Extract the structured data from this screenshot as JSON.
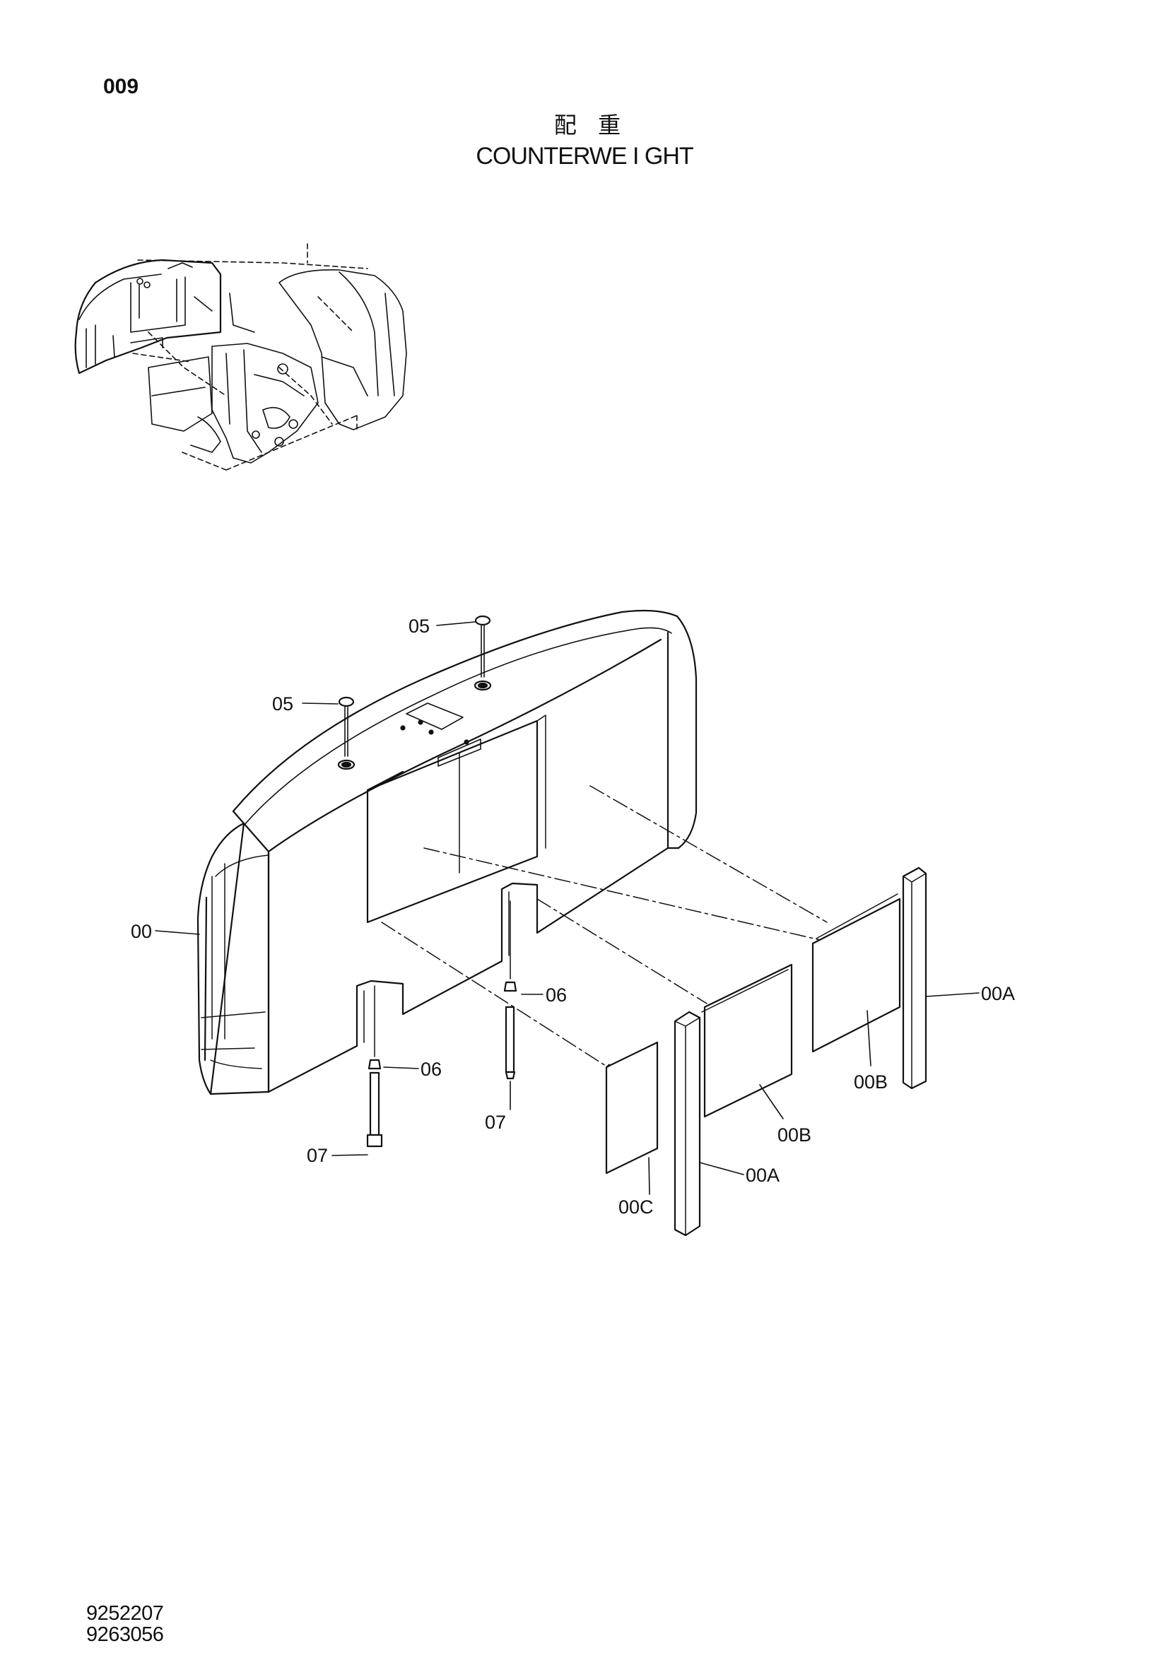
{
  "page": {
    "number": "009",
    "title_cjk": "配 重",
    "title_en": "COUNTERWE I GHT",
    "doc_codes": [
      "9252207",
      "9263056"
    ]
  },
  "callouts": {
    "c05a": "05",
    "c05b": "05",
    "c00": "00",
    "c06a": "06",
    "c06b": "06",
    "c07a": "07",
    "c07b": "07",
    "c00A_right": "00A",
    "c00B_right": "00B",
    "c00B_mid": "00B",
    "c00A_mid": "00A",
    "c00C": "00C"
  }
}
